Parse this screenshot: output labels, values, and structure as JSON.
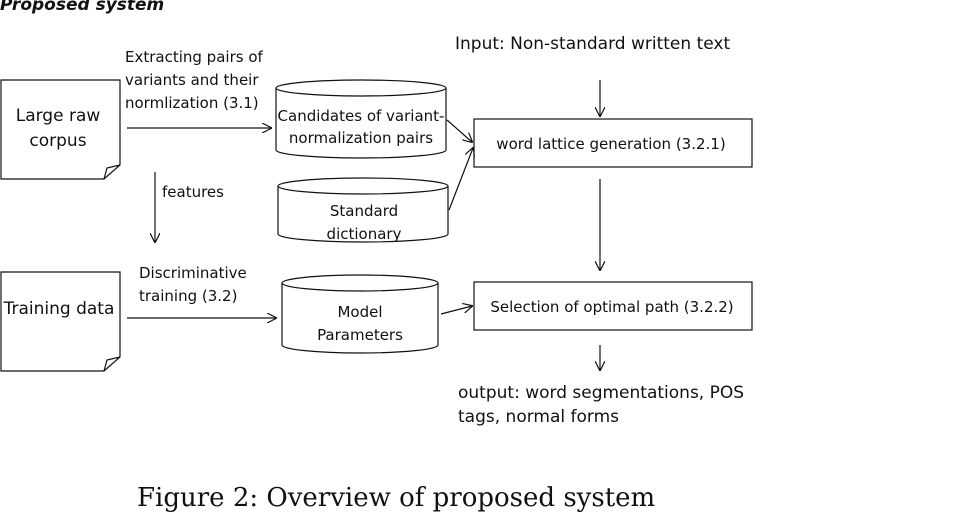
{
  "heading": "Proposed system",
  "input_label": "Input: Non-standard written text",
  "nodes": {
    "large_raw_corpus": [
      "Large raw",
      "corpus"
    ],
    "training_data": [
      "Training data"
    ],
    "candidates": [
      "Candidates of variant-",
      "normalization pairs"
    ],
    "standard_dictionary": [
      "Standard",
      "dictionary"
    ],
    "model_parameters": [
      "Model",
      "Parameters"
    ],
    "word_lattice": [
      "word lattice generation (3.2.1)"
    ],
    "selection": [
      "Selection of optimal path (3.2.2)"
    ]
  },
  "edge_labels": {
    "extracting": [
      "Extracting pairs of",
      "variants and their",
      "normlization (3.1)"
    ],
    "features": [
      "features"
    ],
    "discriminative": [
      "Discriminative",
      "training (3.2)"
    ]
  },
  "output_label": [
    "output: word segmentations, POS",
    "tags, normal forms"
  ],
  "caption": "Figure 2: Overview of proposed system"
}
